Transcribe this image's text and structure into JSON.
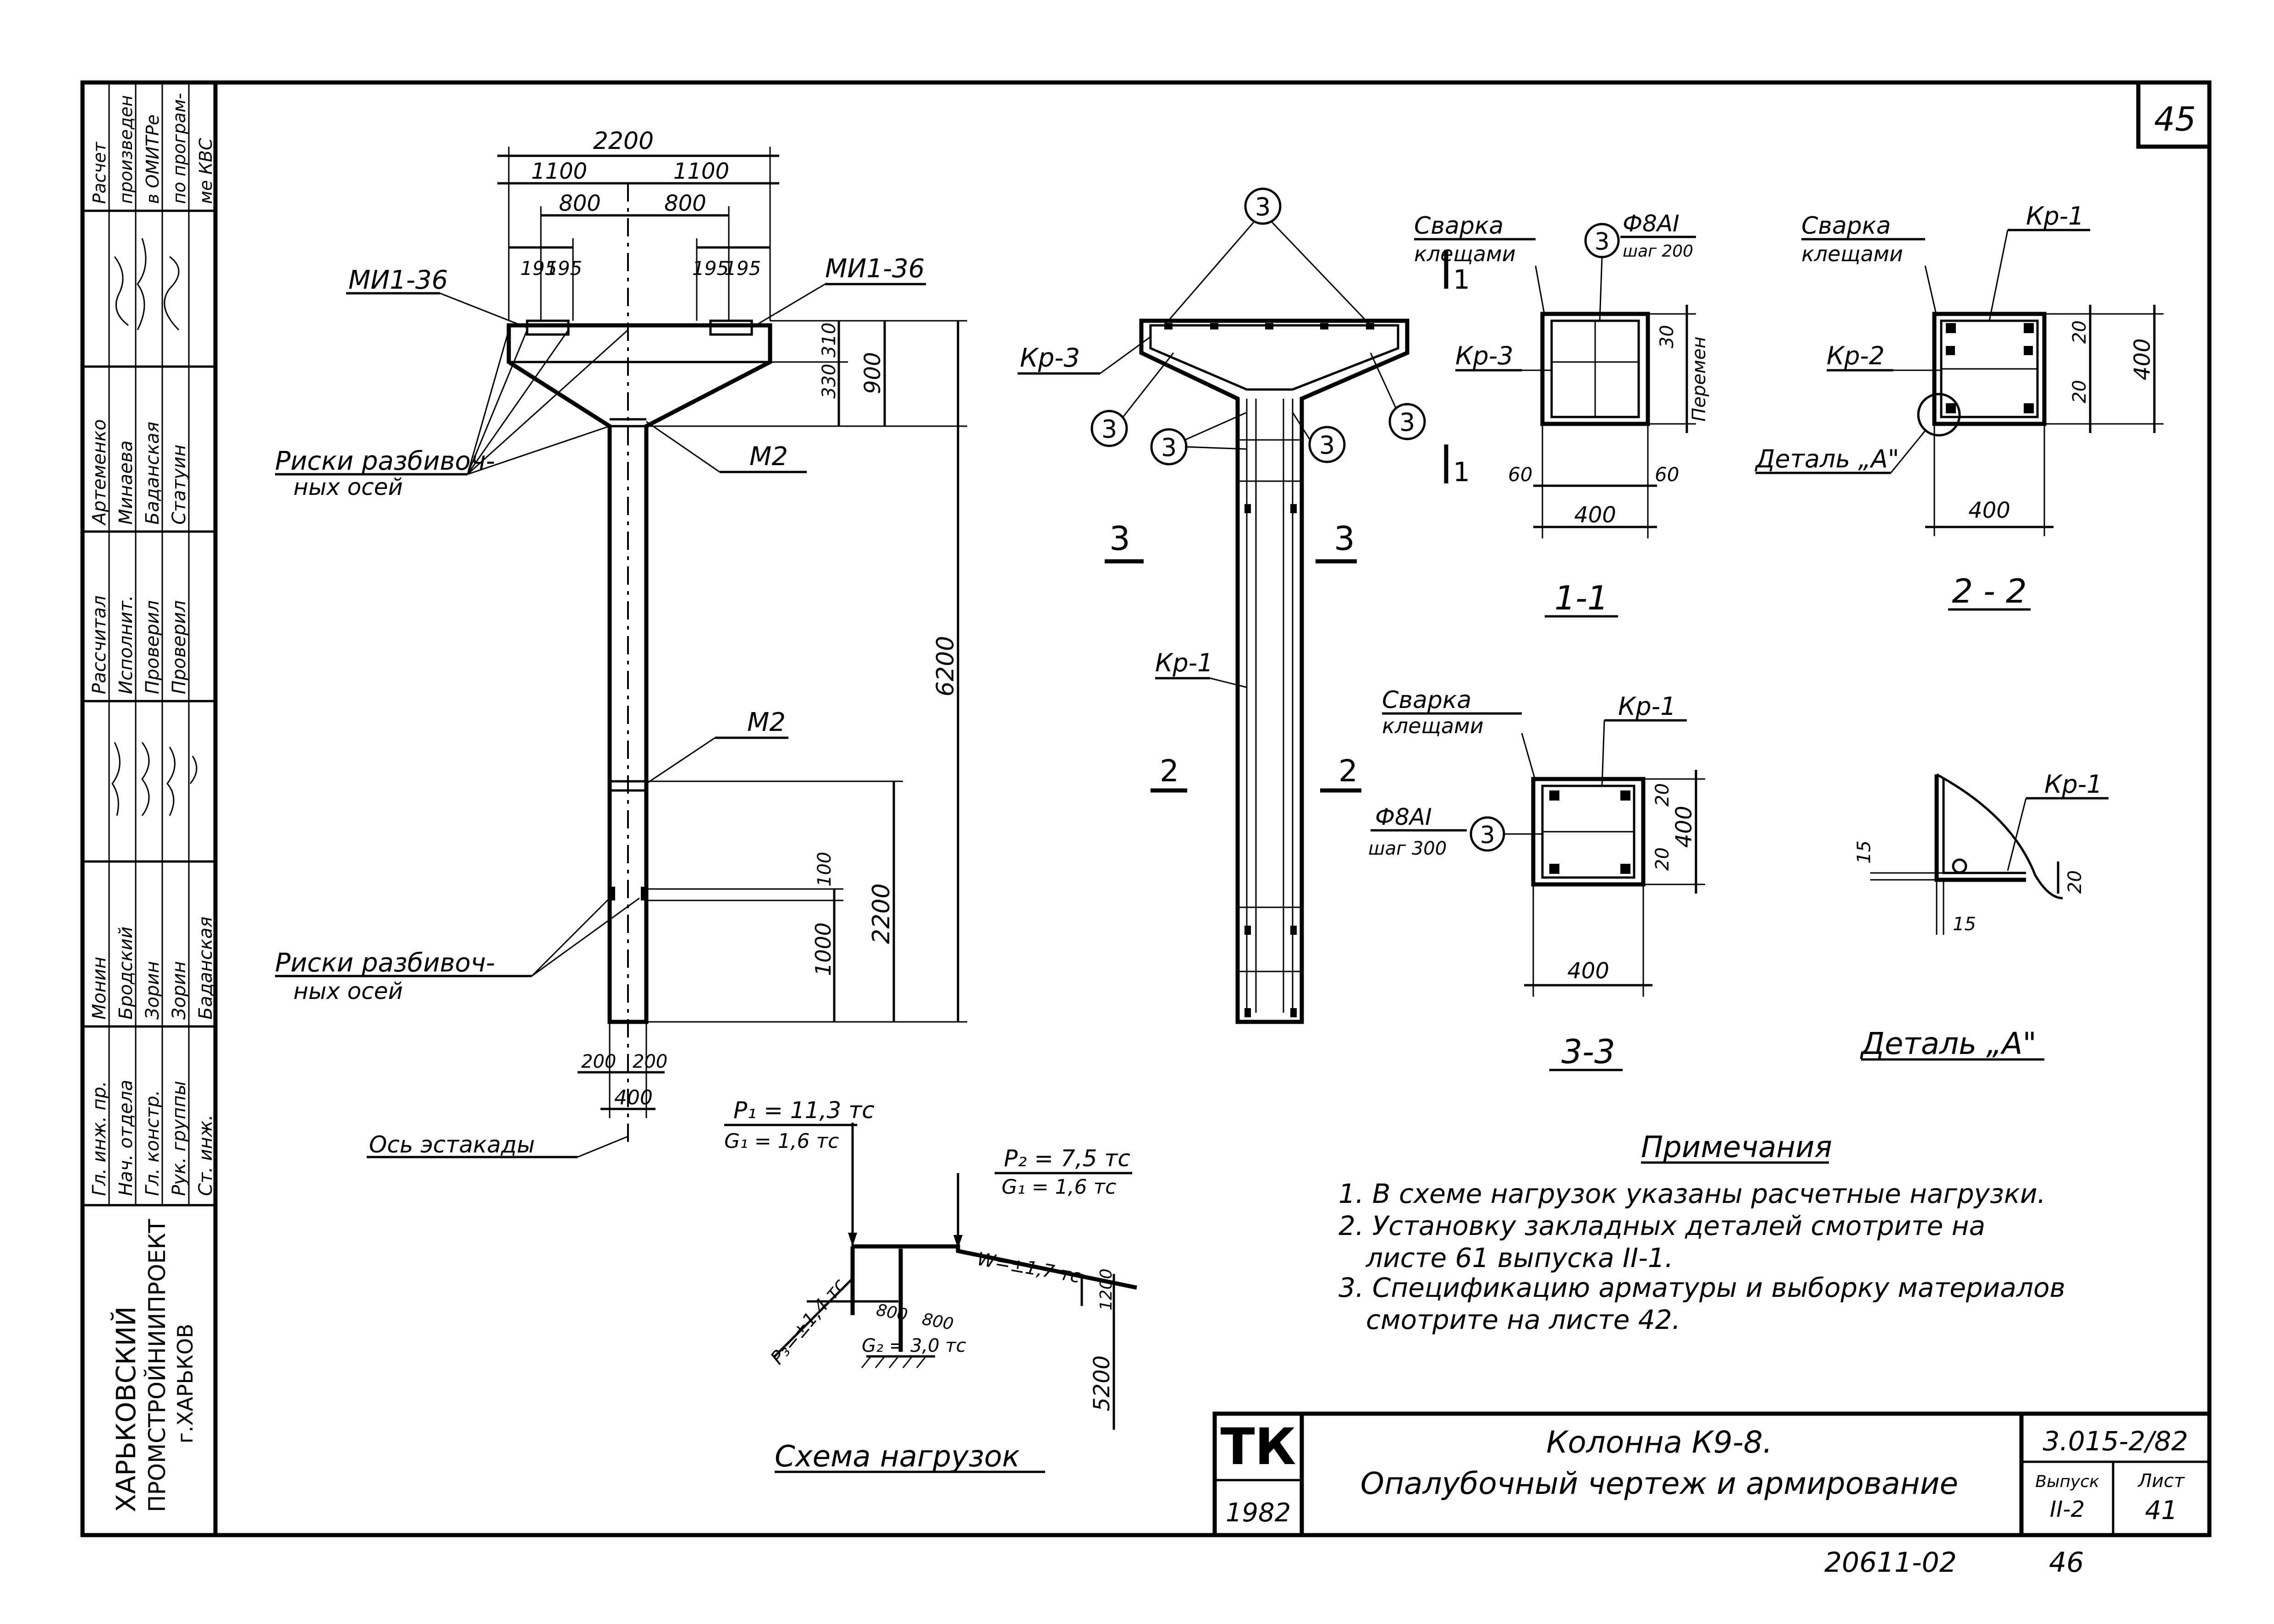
{
  "sheet_no": "45",
  "bottom_code": "20611-02",
  "bottom_page": "46",
  "column_view": {
    "dim_2200": "2200",
    "dim_1100_left": "1100",
    "dim_1100_right": "1100",
    "dim_800_left": "800",
    "dim_800_right": "800",
    "dim_195_a": "195",
    "dim_195_b": "195",
    "dim_195_c": "195",
    "dim_195_d": "195",
    "mi_left": "МИ1-36",
    "mi_right": "МИ1-36",
    "dim_330": "330",
    "dim_310": "310",
    "dim_900": "900",
    "dim_6200": "6200",
    "dim_100": "100",
    "dim_1000": "1000",
    "dim_2200_lower": "2200",
    "m2_upper": "М2",
    "m2_lower": "М2",
    "risk_upper_1": "Риски разбивоч-",
    "risk_upper_2": "ных осей",
    "risk_lower_1": "Риски разбивоч-",
    "risk_lower_2": "ных осей",
    "dim_200_left": "200",
    "dim_200_right": "200",
    "dim_400": "400",
    "axis_label": "Ось эстакады"
  },
  "reinf_view": {
    "pos3": "3",
    "kr3": "Кр-3",
    "kr1": "Кр-1",
    "section_1": "1",
    "section_3": "3",
    "section_2": "2"
  },
  "sec11": {
    "weld_1": "Сварка",
    "weld_2": "клещами",
    "pos": "3",
    "rebar": "Ф8АI",
    "step": "шаг 200",
    "kr": "Кр-3",
    "dim_30": "30",
    "var": "Перемен",
    "dim_60_l": "60",
    "dim_60_r": "60",
    "dim_400": "400",
    "title": "1-1"
  },
  "sec22": {
    "weld_1": "Сварка",
    "weld_2": "клещами",
    "kr1": "Кр-1",
    "kr2": "Кр-2",
    "dim_20_t": "20",
    "dim_20_b": "20",
    "dim_400_v": "400",
    "detail": "Деталь „А\"",
    "dim_400": "400",
    "title": "2 - 2"
  },
  "sec33": {
    "weld_1": "Сварка",
    "weld_2": "клещами",
    "kr1": "Кр-1",
    "rebar": "Ф8АI",
    "step": "шаг 300",
    "pos": "3",
    "dim_20_t": "20",
    "dim_20_b": "20",
    "dim_400_v": "400",
    "dim_400": "400",
    "title": "3-3"
  },
  "detail_a": {
    "kr1": "Кр-1",
    "dim_15_v": "15",
    "dim_15_h": "15",
    "dim_20": "20",
    "title": "Деталь „А\""
  },
  "loads": {
    "p1": "P₁ = 11,3 тс",
    "g1a": "G₁ = 1,6 тс",
    "p2": "P₂ = 7,5 тс",
    "g1b": "G₁ = 1,6 тс",
    "w": "W=±1,7 тс",
    "dim_1200": "1200",
    "p3": "P₃=±1,4 тс",
    "dim_800_a": "800",
    "dim_800_b": "800",
    "g2": "G₂ = 3,0 тс",
    "dim_5200": "5200",
    "title": "Схема нагрузок"
  },
  "notes": {
    "heading": "Примечания",
    "items": [
      "1. В схеме нагрузок указаны расчетные нагрузки.",
      "2. Установку закладных деталей смотрите на",
      "листе 61 выпуска II-1.",
      "3. Спецификацию арматуры и выборку материалов",
      "смотрите на листе 42."
    ]
  },
  "title_block": {
    "logo": "ТК",
    "year": "1982",
    "title_1": "Колонна К9-8.",
    "title_2": "Опалубочный чертеж и армирование",
    "code": "3.015-2/82",
    "issue_label": "Выпуск",
    "issue": "II-2",
    "sheet_label": "Лист",
    "sheet": "41"
  },
  "stamp": {
    "org_1": "ХАРЬКОВСКИЙ",
    "org_2": "ПРОМСТРОЙНИИПРОЕКТ",
    "org_3": "г.ХАРЬКОВ",
    "roles": [
      "Гл. инж. пр.",
      "Нач. отдела",
      "Гл. констр.",
      "Рук. группы",
      "Ст. инж."
    ],
    "names_1": [
      "Монин",
      "Бродский",
      "Зорин",
      "Зорин",
      "Баданская"
    ],
    "roles_2": [
      "Рассчитал",
      "Исполнит.",
      "Проверил",
      "Проверил"
    ],
    "names_2": [
      "Артеменко",
      "Минаева",
      "Баданская",
      "Статуин"
    ],
    "calc": [
      "Расчет",
      "произведен",
      "в ОМИТРе",
      "по програм-",
      "ме КВС"
    ]
  }
}
